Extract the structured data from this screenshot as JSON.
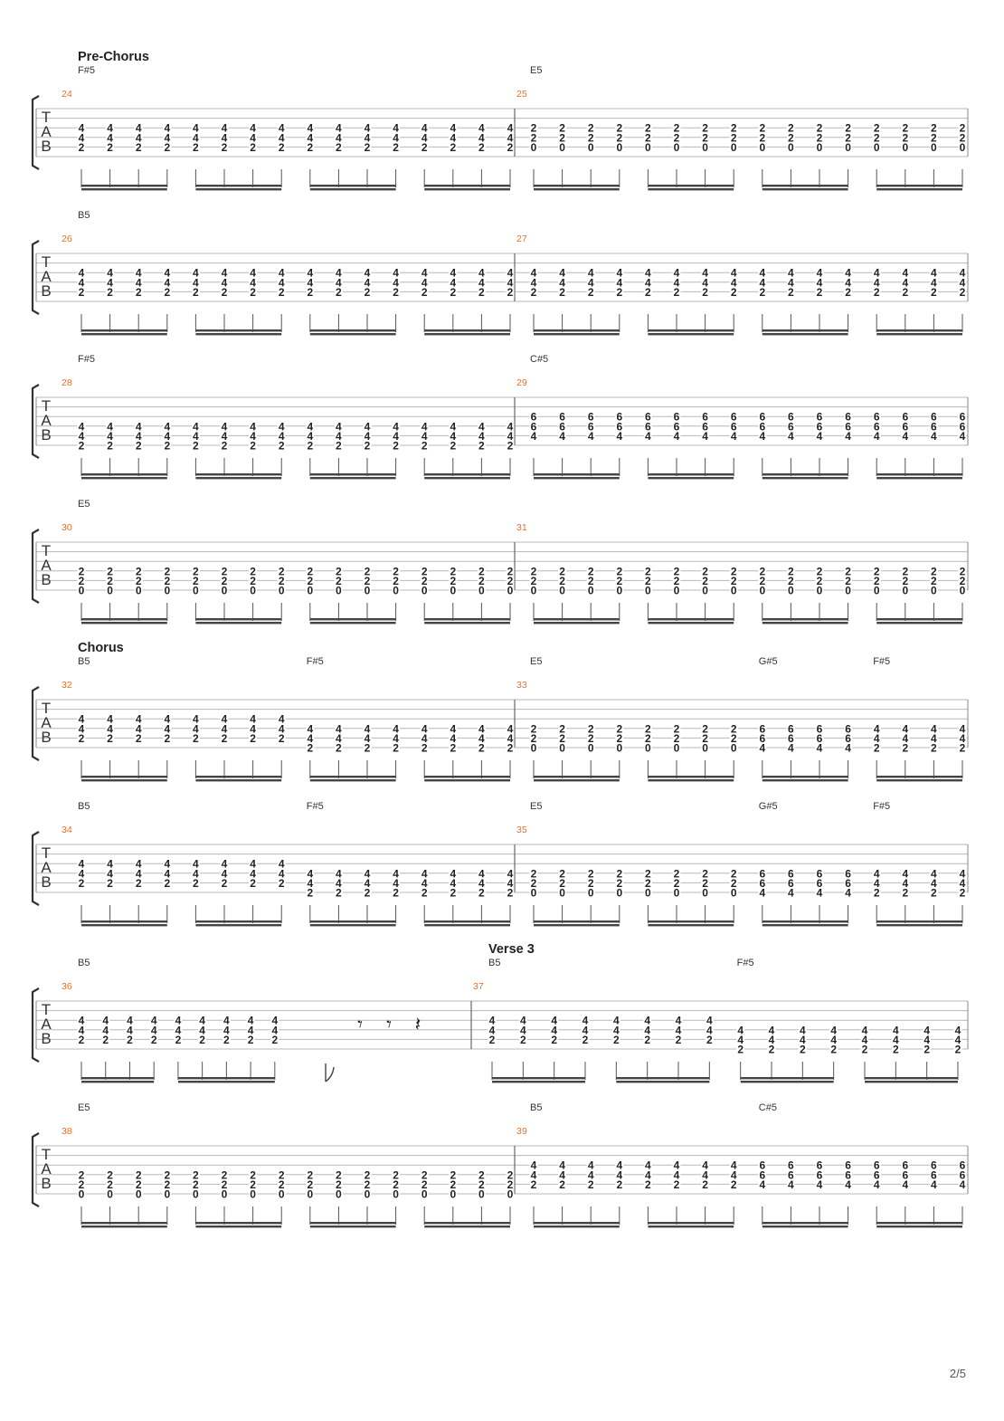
{
  "page": {
    "number": "2/5"
  },
  "tab_label": [
    "T",
    "A",
    "B"
  ],
  "systems": [
    {
      "section": "Pre-Chorus",
      "measures": [
        {
          "number": "24",
          "chords": [
            {
              "name": "F#5",
              "beat": 0
            }
          ],
          "groups": [
            {
              "notes": [
                "4",
                "4",
                "2"
              ],
              "count": 16
            }
          ]
        },
        {
          "number": "25",
          "chords": [
            {
              "name": "E5",
              "beat": 0
            }
          ],
          "groups": [
            {
              "notes": [
                "2",
                "2",
                "0"
              ],
              "count": 16
            }
          ]
        }
      ]
    },
    {
      "section": "",
      "measures": [
        {
          "number": "26",
          "chords": [
            {
              "name": "B5",
              "beat": 0
            }
          ],
          "groups": [
            {
              "notes": [
                "4",
                "4",
                "2"
              ],
              "count": 16
            }
          ]
        },
        {
          "number": "27",
          "chords": [],
          "groups": [
            {
              "notes": [
                "4",
                "4",
                "2"
              ],
              "count": 16
            }
          ]
        }
      ]
    },
    {
      "section": "",
      "measures": [
        {
          "number": "28",
          "chords": [
            {
              "name": "F#5",
              "beat": 0
            }
          ],
          "groups": [
            {
              "notes": [
                "",
                "4",
                "4",
                "2"
              ],
              "count": 16
            }
          ]
        },
        {
          "number": "29",
          "chords": [
            {
              "name": "C#5",
              "beat": 0
            }
          ],
          "groups": [
            {
              "notes": [
                "6",
                "6",
                "4"
              ],
              "count": 16
            }
          ]
        }
      ]
    },
    {
      "section": "",
      "measures": [
        {
          "number": "30",
          "chords": [
            {
              "name": "E5",
              "beat": 0
            }
          ],
          "groups": [
            {
              "notes": [
                "",
                "2",
                "2",
                "0"
              ],
              "count": 16
            }
          ]
        },
        {
          "number": "31",
          "chords": [],
          "groups": [
            {
              "notes": [
                "",
                "2",
                "2",
                "0"
              ],
              "count": 16
            }
          ]
        }
      ]
    },
    {
      "section": "Chorus",
      "measures": [
        {
          "number": "32",
          "chords": [
            {
              "name": "B5",
              "beat": 0
            },
            {
              "name": "F#5",
              "beat": 8
            }
          ],
          "groups": [
            {
              "notes": [
                "4",
                "4",
                "2"
              ],
              "count": 8
            },
            {
              "notes": [
                "",
                "4",
                "4",
                "2"
              ],
              "count": 8
            }
          ]
        },
        {
          "number": "33",
          "chords": [
            {
              "name": "E5",
              "beat": 0
            },
            {
              "name": "G#5",
              "beat": 8
            },
            {
              "name": "F#5",
              "beat": 12
            }
          ],
          "groups": [
            {
              "notes": [
                "",
                "2",
                "2",
                "0"
              ],
              "count": 8
            },
            {
              "notes": [
                "",
                "6",
                "6",
                "4"
              ],
              "count": 4
            },
            {
              "notes": [
                "",
                "4",
                "4",
                "2"
              ],
              "count": 4
            }
          ]
        }
      ]
    },
    {
      "section": "",
      "measures": [
        {
          "number": "34",
          "chords": [
            {
              "name": "B5",
              "beat": 0
            },
            {
              "name": "F#5",
              "beat": 8
            }
          ],
          "groups": [
            {
              "notes": [
                "4",
                "4",
                "2"
              ],
              "count": 8
            },
            {
              "notes": [
                "",
                "4",
                "4",
                "2"
              ],
              "count": 8
            }
          ]
        },
        {
          "number": "35",
          "chords": [
            {
              "name": "E5",
              "beat": 0
            },
            {
              "name": "G#5",
              "beat": 8
            },
            {
              "name": "F#5",
              "beat": 12
            }
          ],
          "groups": [
            {
              "notes": [
                "",
                "2",
                "2",
                "0"
              ],
              "count": 8
            },
            {
              "notes": [
                "",
                "6",
                "6",
                "4"
              ],
              "count": 4
            },
            {
              "notes": [
                "",
                "4",
                "4",
                "2"
              ],
              "count": 4
            }
          ]
        }
      ]
    },
    {
      "section": "",
      "custom": "verse",
      "measures": [
        {
          "number": "36",
          "chords": [
            {
              "name": "B5",
              "beat": 0
            }
          ],
          "groups": [
            {
              "notes": [
                "4",
                "4",
                "2"
              ],
              "count": 9
            }
          ]
        },
        {
          "number": "37",
          "section": "Verse 3",
          "chords": [
            {
              "name": "B5",
              "beat": 0
            },
            {
              "name": "F#5",
              "beat": 8
            }
          ],
          "groups": [
            {
              "notes": [
                "4",
                "4",
                "2"
              ],
              "count": 8
            },
            {
              "notes": [
                "",
                "4",
                "4",
                "2"
              ],
              "count": 8
            }
          ]
        }
      ]
    },
    {
      "section": "",
      "measures": [
        {
          "number": "38",
          "chords": [
            {
              "name": "E5",
              "beat": 0
            }
          ],
          "groups": [
            {
              "notes": [
                "",
                "2",
                "2",
                "0"
              ],
              "count": 16
            }
          ]
        },
        {
          "number": "39",
          "chords": [
            {
              "name": "B5",
              "beat": 0
            },
            {
              "name": "C#5",
              "beat": 8
            }
          ],
          "groups": [
            {
              "notes": [
                "4",
                "4",
                "2"
              ],
              "count": 8
            },
            {
              "notes": [
                "6",
                "6",
                "4"
              ],
              "count": 8
            }
          ]
        }
      ]
    }
  ]
}
